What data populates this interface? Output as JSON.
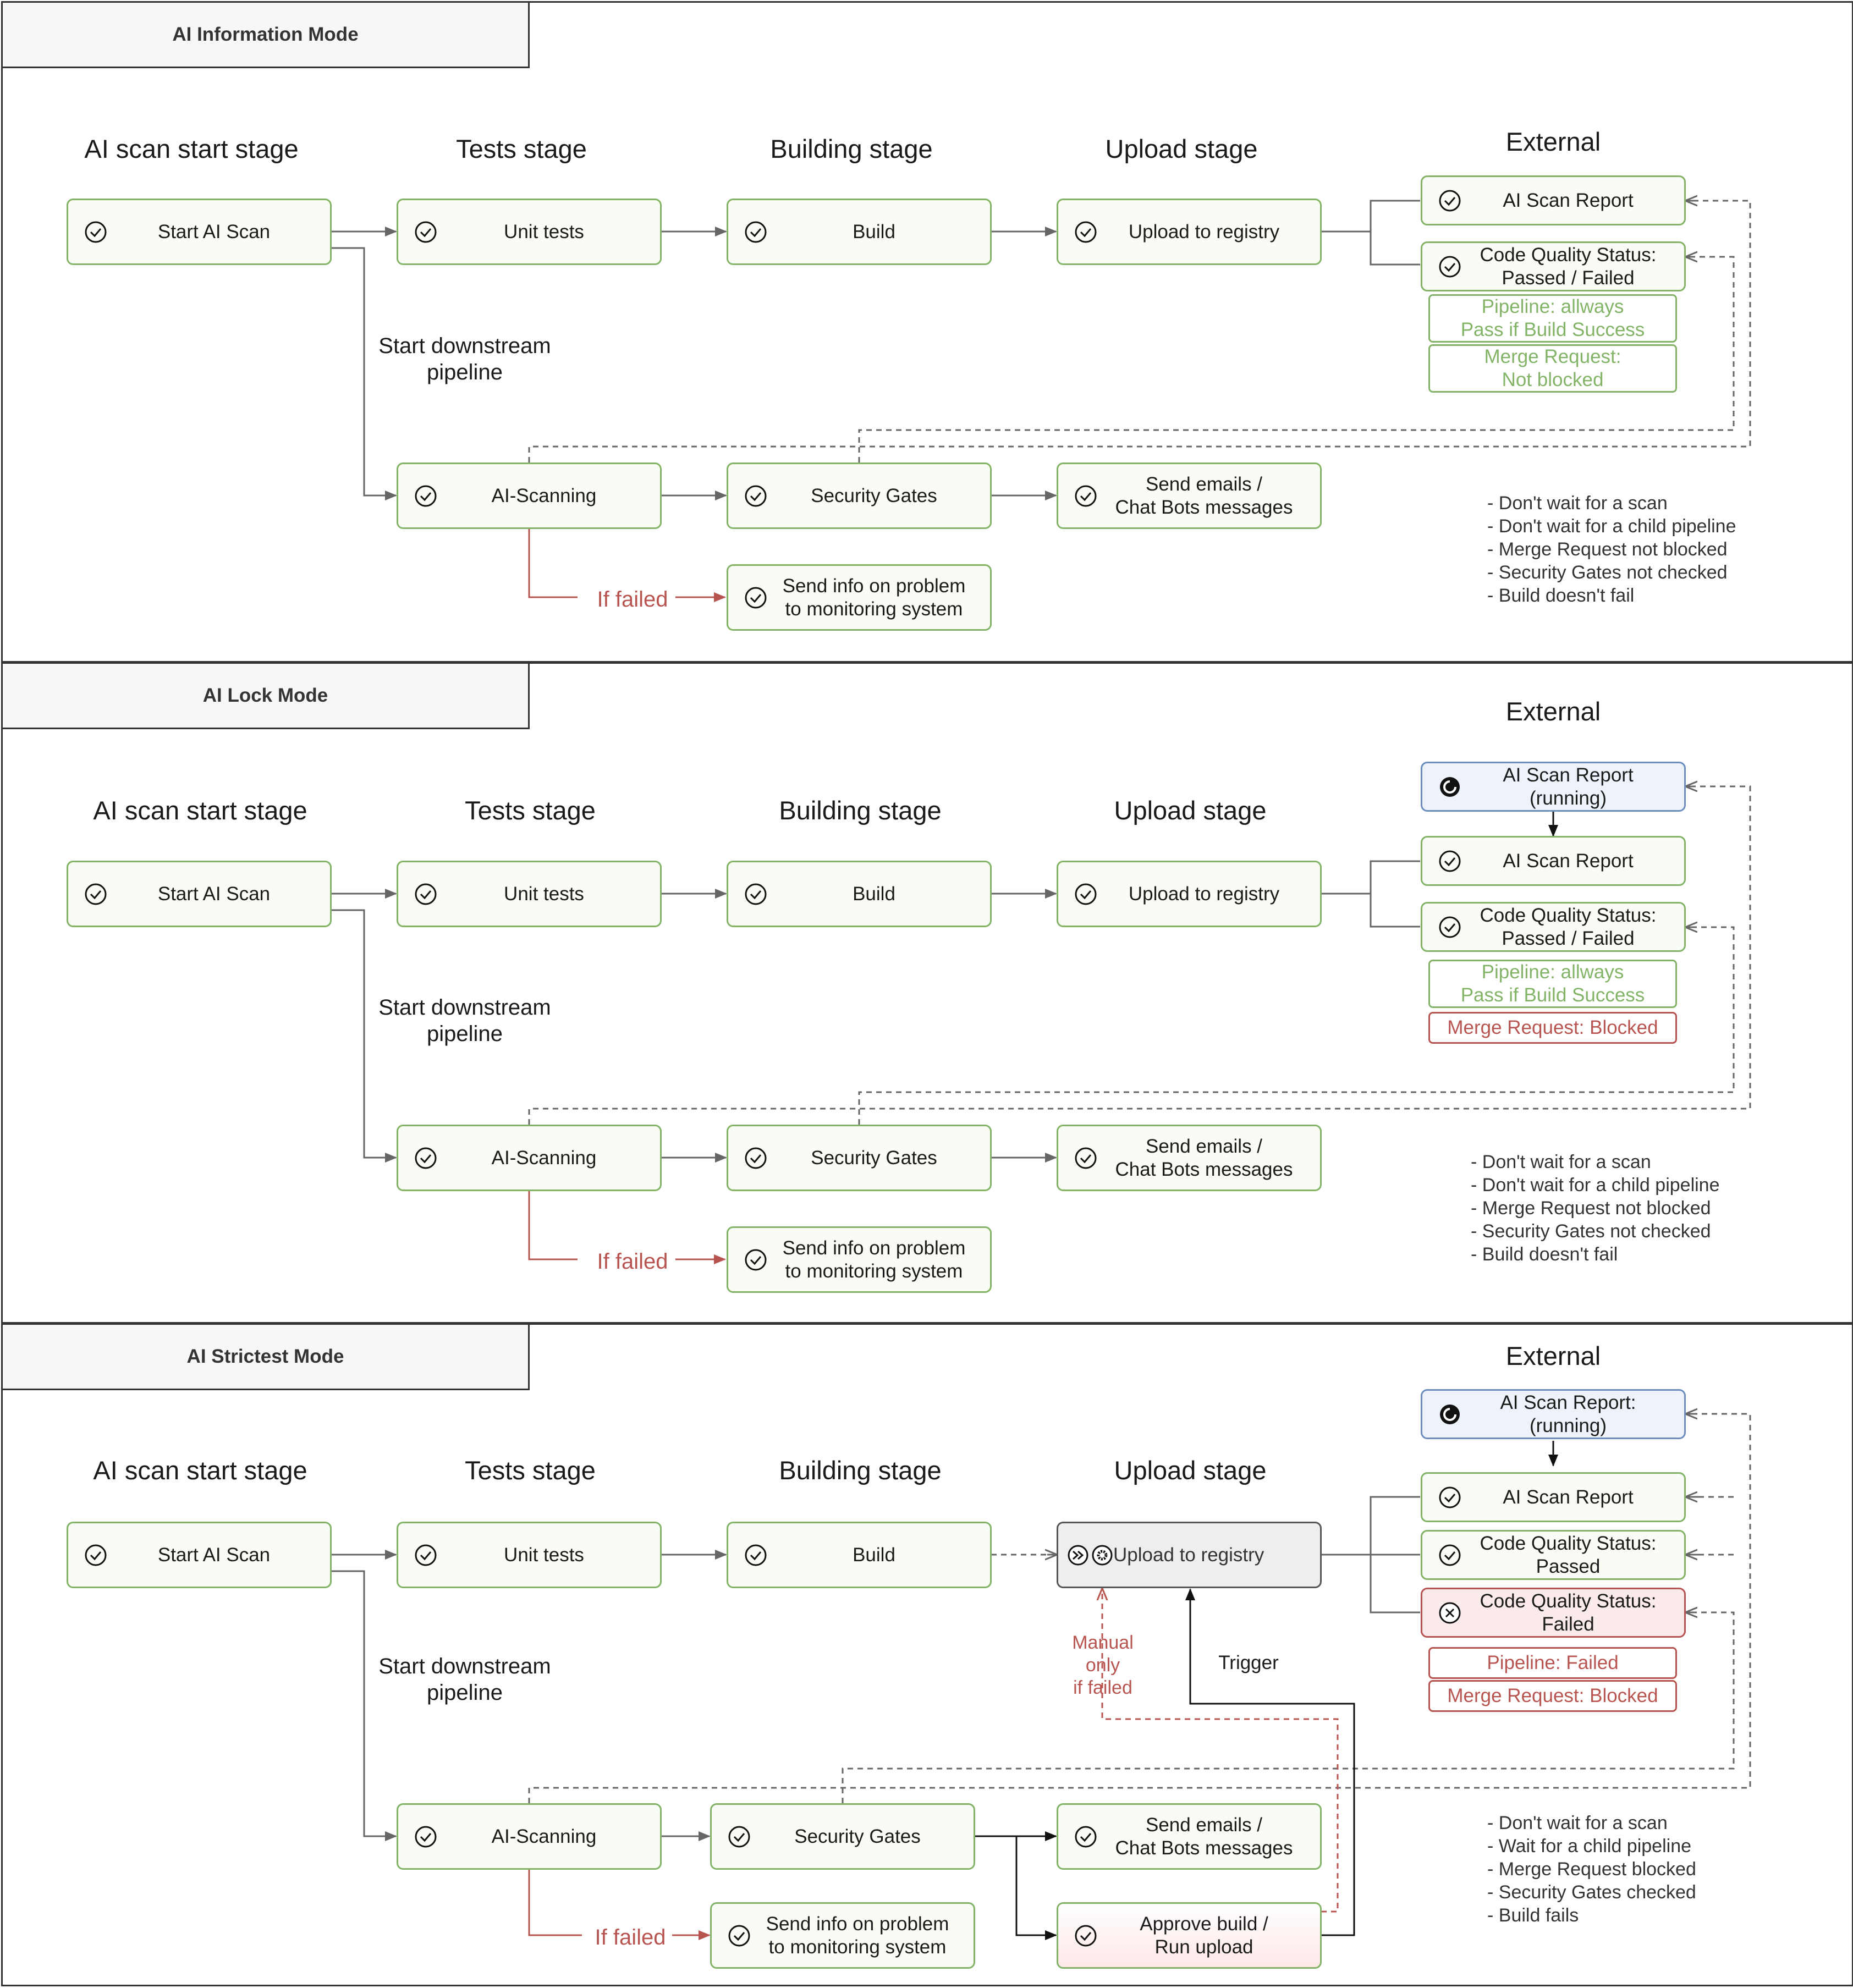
{
  "modes": [
    {
      "title": "AI Information Mode",
      "stages": [
        "AI scan start stage",
        "Tests stage",
        "Building stage",
        "Upload stage"
      ],
      "external_label": "External",
      "nodes": {
        "start": "Start AI Scan",
        "unit": "Unit tests",
        "build": "Build",
        "upload": "Upload to registry",
        "ext1": "AI Scan Report",
        "ext2": "Code Quality Status:\nPassed / Failed",
        "scanning": "AI-Scanning",
        "gates": "Security Gates",
        "send": "Send emails /\nChat Bots messages",
        "problem": "Send info on problem\nto monitoring system"
      },
      "notes": [
        "Pipeline: allways\nPass if Build Success",
        "Merge Request:\nNot blocked"
      ],
      "downstream": "Start downstream\npipeline",
      "if_failed": "If failed",
      "bullets": [
        "- Don't wait for a scan",
        "- Don't wait for a child pipeline",
        "- Merge Request not blocked",
        "- Security Gates not checked",
        "- Build doesn't fail"
      ]
    },
    {
      "title": "AI Lock Mode",
      "stages": [
        "AI scan start stage",
        "Tests stage",
        "Building stage",
        "Upload stage"
      ],
      "external_label": "External",
      "nodes": {
        "start": "Start AI Scan",
        "unit": "Unit tests",
        "build": "Build",
        "upload": "Upload to registry",
        "ext0": "AI Scan Report\n(running)",
        "ext1": "AI Scan Report",
        "ext2": "Code Quality Status:\nPassed / Failed",
        "scanning": "AI-Scanning",
        "gates": "Security Gates",
        "send": "Send emails /\nChat Bots messages",
        "problem": "Send info on problem\nto monitoring system"
      },
      "notes": [
        "Pipeline: allways\nPass if Build Success",
        "Merge Request: Blocked"
      ],
      "downstream": "Start downstream\npipeline",
      "if_failed": "If failed",
      "bullets": [
        "- Don't wait for a scan",
        "- Don't wait for a child pipeline",
        "- Merge Request not blocked",
        "- Security Gates not checked",
        "- Build doesn't fail"
      ]
    },
    {
      "title": "AI Strictest Mode",
      "stages": [
        "AI scan start stage",
        "Tests stage",
        "Building stage",
        "Upload stage"
      ],
      "external_label": "External",
      "nodes": {
        "start": "Start AI Scan",
        "unit": "Unit tests",
        "build": "Build",
        "upload": "Upload to registry",
        "ext0": "AI Scan Report:\n(running)",
        "ext1": "AI Scan Report",
        "ext2": "Code Quality Status:\nPassed",
        "ext3": "Code Quality Status:\nFailed",
        "scanning": "AI-Scanning",
        "gates": "Security Gates",
        "send": "Send emails /\nChat Bots messages",
        "problem": "Send info on problem\nto monitoring system",
        "approve": "Approve build /\nRun upload"
      },
      "notes": [
        "Pipeline: Failed",
        "Merge Request: Blocked"
      ],
      "downstream": "Start downstream\npipeline",
      "if_failed": "If failed",
      "manual": "Manual\nonly\nif failed",
      "trigger": "Trigger",
      "bullets": [
        "- Don't wait for a scan",
        "- Wait for a child pipeline",
        "- Merge Request blocked",
        "- Security Gates checked",
        "- Build fails"
      ]
    }
  ],
  "colors": {
    "green_border": "#82b366",
    "green_fill": "#f8fcf4",
    "blue_border": "#6c8ebf",
    "red": "#b85450",
    "gray_line": "#666666"
  },
  "icons": {
    "done": "check-circle-icon",
    "running": "spinner-icon",
    "failed": "x-circle-icon",
    "manual": "fast-forward-icon",
    "settings": "gear-icon"
  }
}
